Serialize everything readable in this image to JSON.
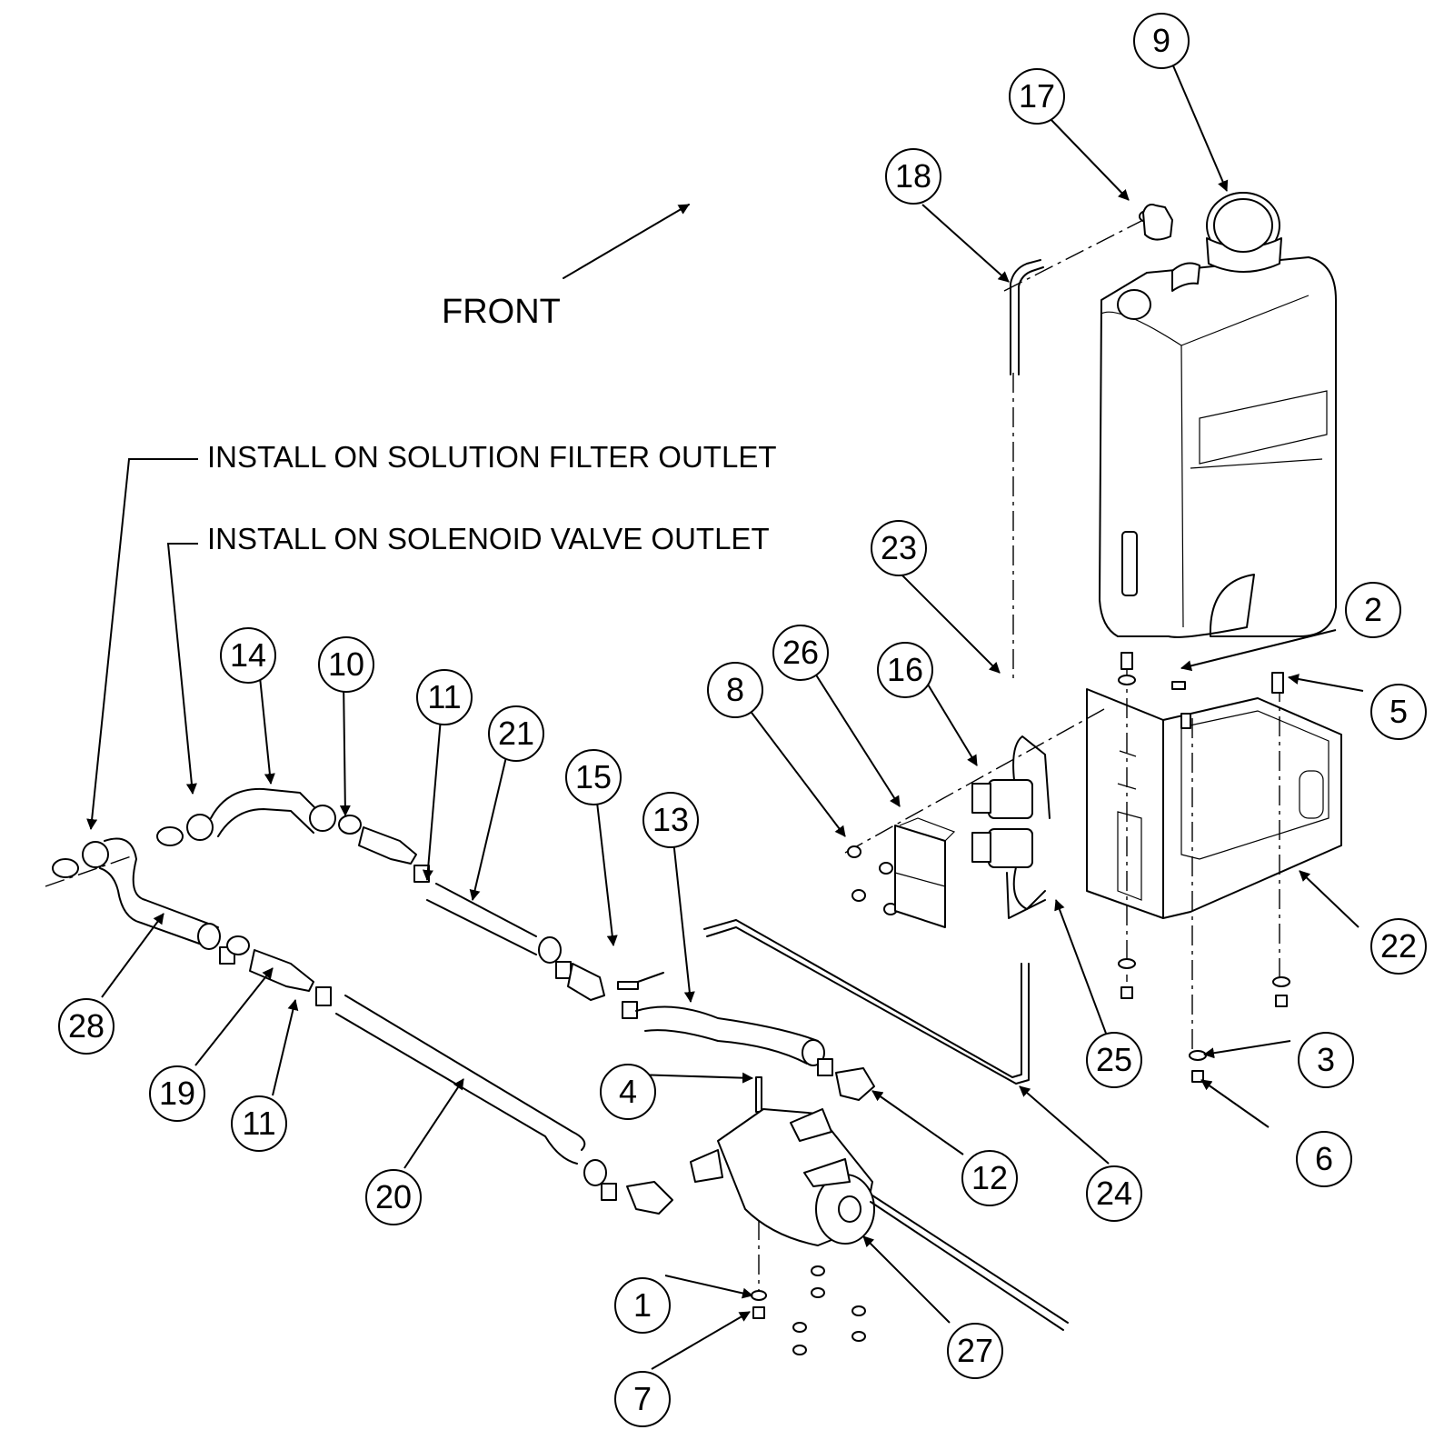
{
  "diagram": {
    "front_label": "FRONT",
    "notes": {
      "solution_filter": "INSTALL ON SOLUTION FILTER OUTLET",
      "solenoid_valve": "INSTALL ON SOLENOID VALVE OUTLET"
    },
    "callouts": [
      "1",
      "2",
      "3",
      "4",
      "5",
      "6",
      "7",
      "8",
      "9",
      "10",
      "11",
      "11",
      "12",
      "13",
      "14",
      "15",
      "16",
      "17",
      "18",
      "19",
      "20",
      "21",
      "22",
      "23",
      "24",
      "25",
      "26",
      "27",
      "28"
    ]
  }
}
